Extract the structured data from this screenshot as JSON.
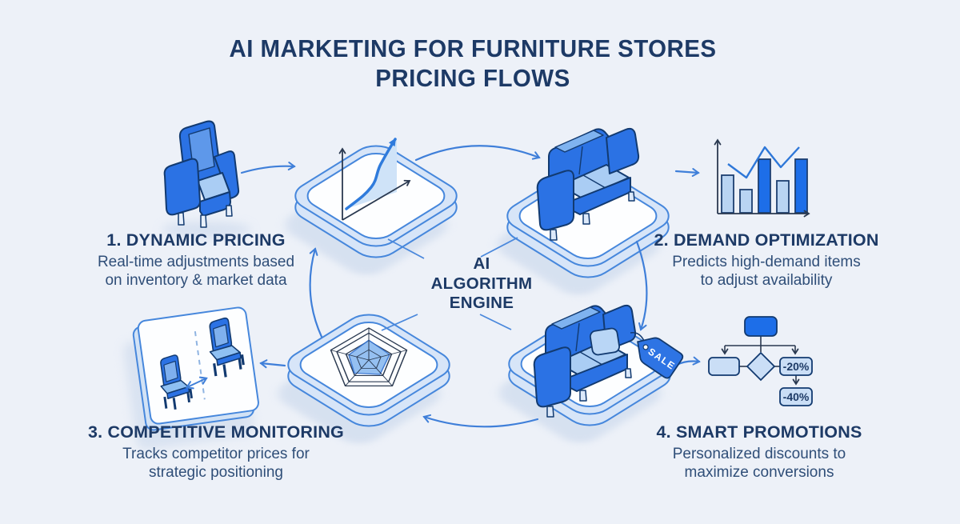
{
  "title": {
    "line1": "AI MARKETING FOR FURNITURE STORES",
    "line2": "PRICING FLOWS"
  },
  "center_engine": {
    "line1": "AI",
    "line2": "ALGORITHM",
    "line3": "ENGINE"
  },
  "sections": [
    {
      "id": "dynamic-pricing",
      "heading": "1. DYNAMIC PRICING",
      "desc_line1": "Real-time adjustments based",
      "desc_line2": "on inventory & market data"
    },
    {
      "id": "demand-optimization",
      "heading": "2. DEMAND OPTIMIZATION",
      "desc_line1": "Predicts high-demand items",
      "desc_line2": "to adjust availability"
    },
    {
      "id": "competitive-monitoring",
      "heading": "3. COMPETITIVE MONITORING",
      "desc_line1": "Tracks competitor prices for",
      "desc_line2": "strategic positioning"
    },
    {
      "id": "smart-promotions",
      "heading": "4. SMART PROMOTIONS",
      "desc_line1": "Personalized discounts to",
      "desc_line2": "maximize conversions"
    }
  ],
  "labels": {
    "sale_tag": "SALE",
    "discount_primary": "-20%",
    "discount_secondary": "-40%"
  },
  "icons": [
    "armchair-icon",
    "line-chart-icon",
    "sofa-icon",
    "bar-chart-icon",
    "comparison-card-icon",
    "radar-chart-icon",
    "sale-tag-icon",
    "flowchart-icon"
  ],
  "colors": {
    "background": "#edf1f8",
    "heading_text": "#1d3a66",
    "body_text": "#2f4e78",
    "furniture_blue": "#2b72e4",
    "cushion_light_blue": "#aacdf4",
    "outline_navy": "#123a70",
    "platform_stroke": "#4687dc",
    "arrow_blue": "#3f7fd9",
    "flow_dark_node": "#1d6ee8",
    "flow_light_node": "#cadef6"
  }
}
